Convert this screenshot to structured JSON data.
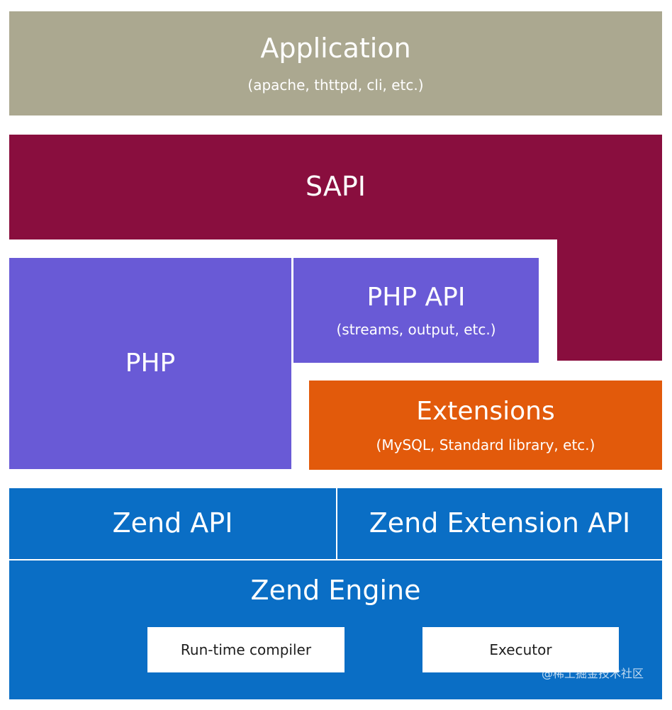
{
  "application": {
    "title": "Application",
    "subtitle": "(apache, thttpd, cli, etc.)",
    "color": "#aba890"
  },
  "sapi": {
    "title": "SAPI",
    "color": "#890e3e"
  },
  "php": {
    "title": "PHP",
    "color": "#695ad6"
  },
  "php_api": {
    "title": "PHP API",
    "subtitle": "(streams, output, etc.)",
    "color": "#695ad6"
  },
  "extensions": {
    "title": "Extensions",
    "subtitle": "(MySQL, Standard library, etc.)",
    "color": "#e25a0b"
  },
  "zend_api": {
    "title": "Zend API",
    "color": "#0a6ec5"
  },
  "zend_extension_api": {
    "title": "Zend Extension API",
    "color": "#0a6ec5"
  },
  "zend_engine": {
    "title": "Zend Engine",
    "color": "#0a6ec5",
    "components": {
      "compiler": "Run-time compiler",
      "executor": "Executor"
    }
  },
  "watermark": "@稀土掘金技术社区"
}
